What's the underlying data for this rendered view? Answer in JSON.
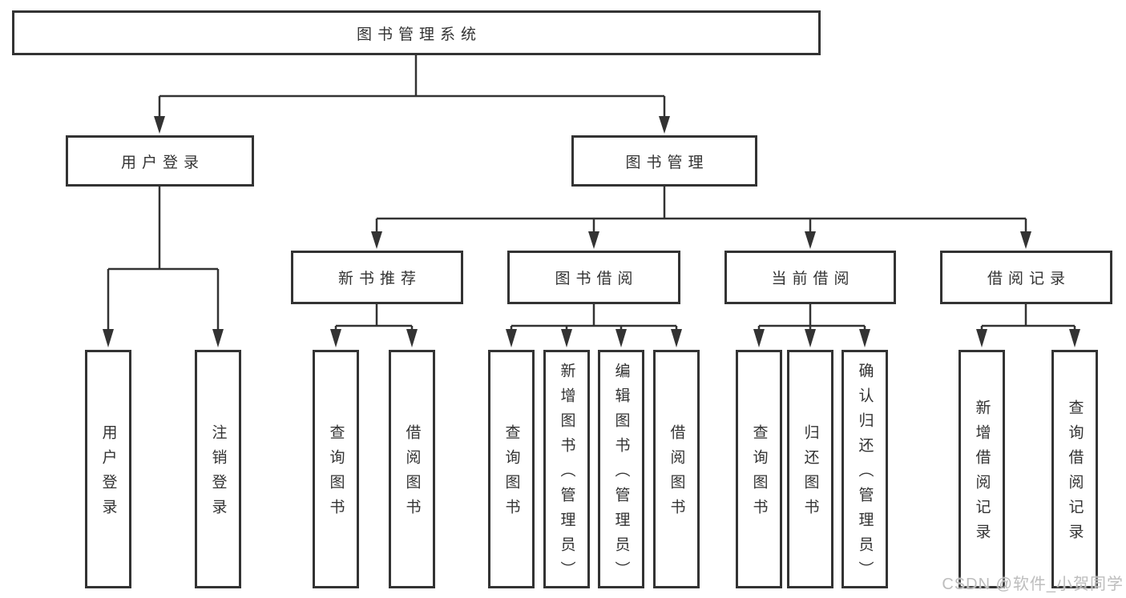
{
  "colors": {
    "line": "#333333",
    "box_border": "#333333",
    "text": "#333333",
    "background": "#ffffff",
    "watermark": "#bdbdbd"
  },
  "tree": {
    "root": {
      "label": "图书管理系统"
    },
    "branches": [
      {
        "label": "用户登录",
        "children": [
          "用户登录",
          "注销登录"
        ]
      },
      {
        "label": "图书管理",
        "children": [
          {
            "label": "新书推荐",
            "children": [
              "查询图书",
              "借阅图书"
            ]
          },
          {
            "label": "图书借阅",
            "children": [
              "查询图书",
              "新增图书（管理员）",
              "编辑图书（管理员）",
              "借阅图书"
            ]
          },
          {
            "label": "当前借阅",
            "children": [
              "查询图书",
              "归还图书",
              "确认归还（管理员）"
            ]
          },
          {
            "label": "借阅记录",
            "children": [
              "新增借阅记录",
              "查询借阅记录"
            ]
          }
        ]
      }
    ]
  },
  "watermark": {
    "text": "CSDN @软件_小贺同学"
  }
}
